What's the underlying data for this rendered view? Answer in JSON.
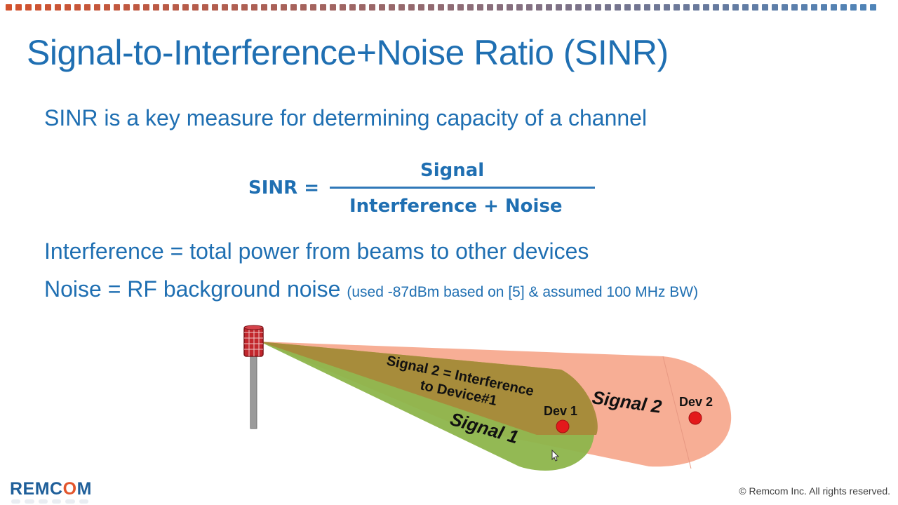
{
  "slide": {
    "title": "Signal-to-Interference+Noise Ratio (SINR)",
    "intro": "SINR is a key measure for determining capacity of a channel",
    "equation": {
      "lhs": "SINR =",
      "numerator": "Signal",
      "denominator": "Interference + Noise"
    },
    "interference_def": "Interference = total power from beams to other devices",
    "noise_def": "Noise = RF background noise",
    "noise_note": "(used -87dBm based on [5] & assumed 100 MHz BW)"
  },
  "diagram": {
    "overlap_label_line1": "Signal 2 = Interference",
    "overlap_label_line2": "to Device#1",
    "signal1_label": "Signal 1",
    "signal2_label": "Signal 2",
    "dev1_label": "Dev 1",
    "dev2_label": "Dev 2",
    "colors": {
      "signal1_beam": "#8db54b",
      "signal2_beam": "#f6a78c",
      "overlap": "#a78a3b",
      "device": "#e3191b",
      "tower_head": "#c2272d"
    }
  },
  "footer": {
    "logo_text_left": "REMC",
    "logo_text_o": "O",
    "logo_text_right": "M",
    "copyright": "© Remcom Inc. All rights reserved."
  },
  "theme": {
    "text_blue": "#1f6fb2",
    "dot_colors": [
      "#d2522e",
      "#4f84b8"
    ]
  }
}
